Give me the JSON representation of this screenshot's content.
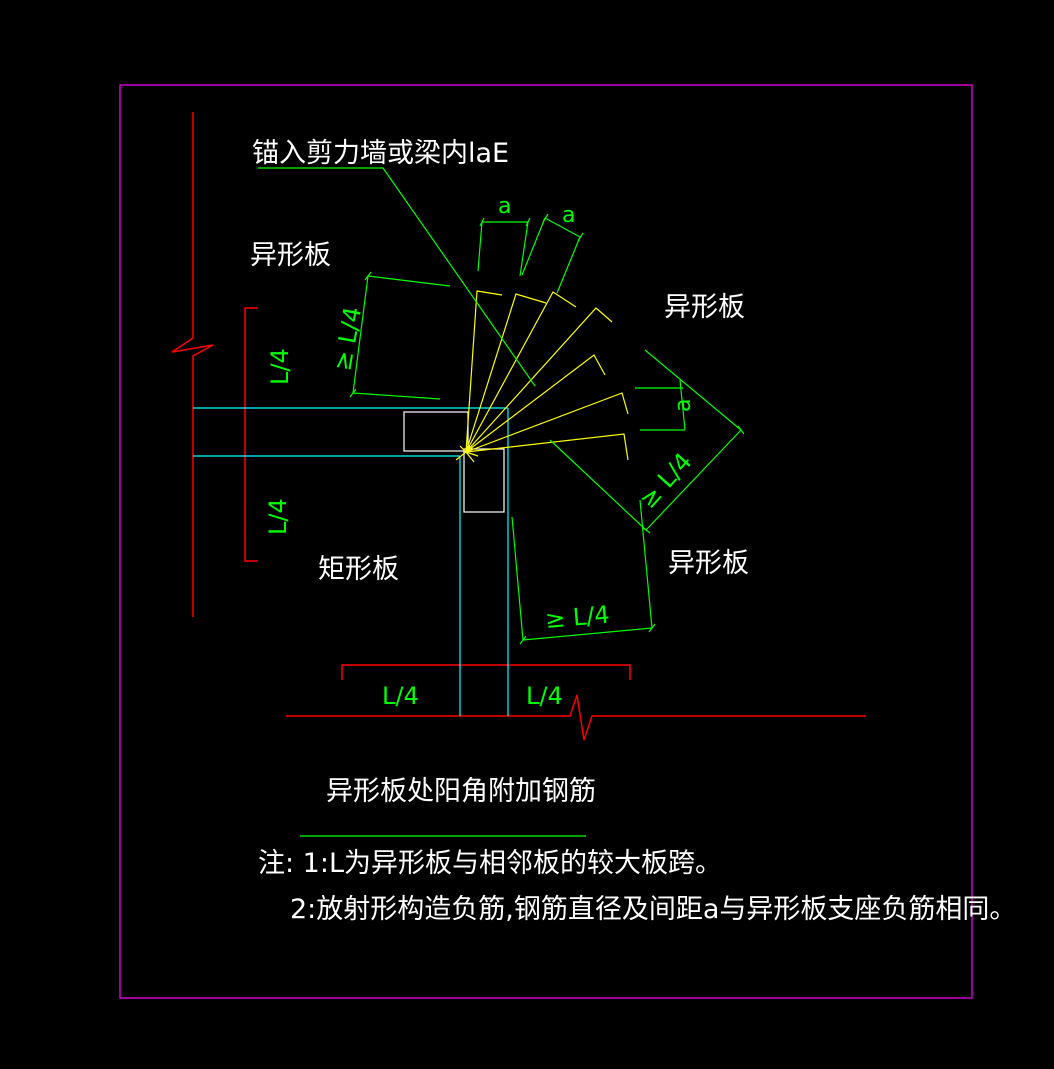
{
  "labels": {
    "anchor_note": "锚入剪力墙或梁内laE",
    "irregular_slab_top_left": "异形板",
    "irregular_slab_right_top": "异形板",
    "irregular_slab_right_bottom": "异形板",
    "rectangular_slab": "矩形板"
  },
  "dimensions": {
    "spacing_a_1": "a",
    "spacing_a_2": "a",
    "spacing_a_3": "a",
    "min_L4_left": "≥ L/4",
    "min_L4_right": "≥ L/4",
    "min_L4_bottom": "≥ L/4",
    "L4_vertical_top": "L/4",
    "L4_vertical_bottom": "L/4",
    "L4_horizontal_left": "L/4",
    "L4_horizontal_right": "L/4"
  },
  "title": "异形板处阳角附加钢筋",
  "notes": {
    "line1": "注: 1:L为异形板与相邻板的较大板跨。",
    "line2": "2:放射形构造负筋,钢筋直径及间距a与异形板支座负筋相同。"
  },
  "colors": {
    "background": "#000000",
    "frame": "#ff00ff",
    "wall_lines": "#ff0000",
    "beam_lines": "#00ffff",
    "rebars": "#ffff00",
    "dimensions": "#00ff00",
    "text": "#ffffff"
  }
}
